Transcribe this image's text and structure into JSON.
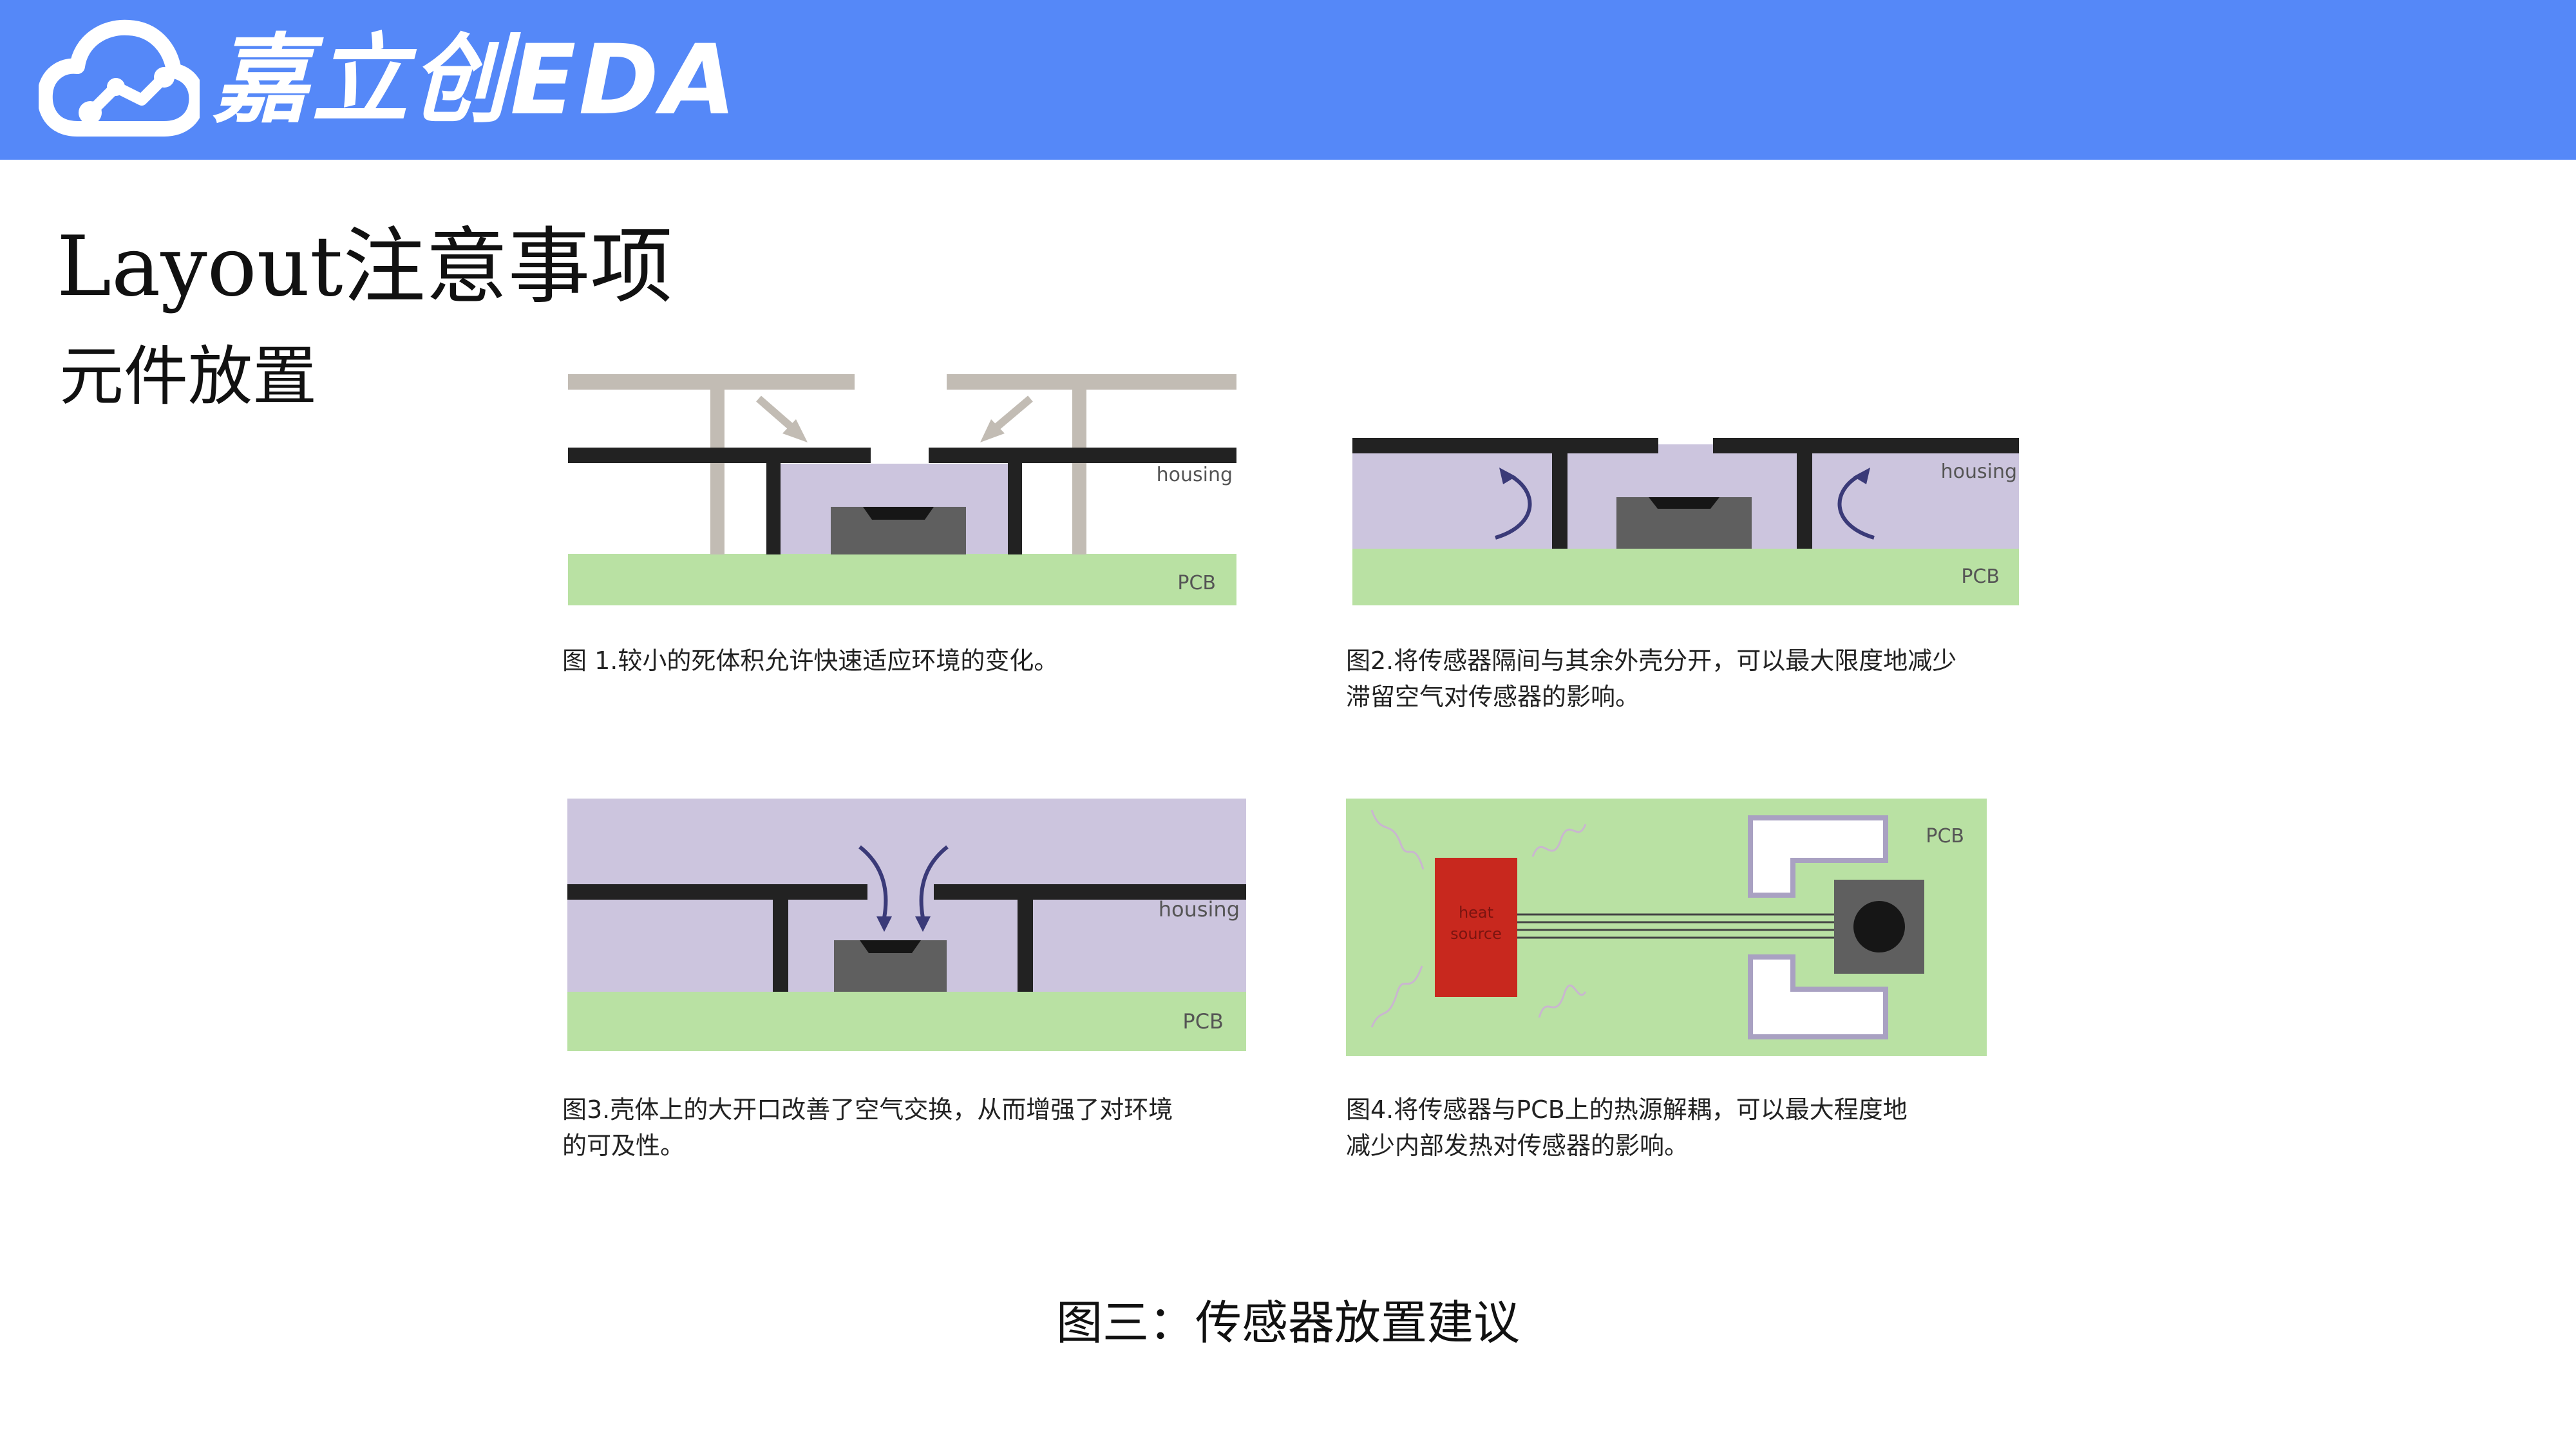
{
  "header": {
    "logo_text": "嘉立创EDA",
    "brand_color": "#5588f8",
    "logo_icon": "cloud-icon"
  },
  "page": {
    "title": "Layout注意事项",
    "section": "元件放置"
  },
  "figures": [
    {
      "housing_label": "housing",
      "pcb_label": "PCB",
      "caption_lines": [
        "图 1.较小的死体积允许快速适应环境的变化。"
      ]
    },
    {
      "housing_label": "housing",
      "pcb_label": "PCB",
      "caption_lines": [
        "图2.将传感器隔间与其余外壳分开，可以最大限度地减少",
        "滞留空气对传感器的影响。"
      ]
    },
    {
      "housing_label": "housing",
      "pcb_label": "PCB",
      "caption_lines": [
        "图3.壳体上的大开口改善了空气交换，从而增强了对环境",
        "的可及性。"
      ]
    },
    {
      "pcb_label": "PCB",
      "heat_source_line1": "heat",
      "heat_source_line2": "source",
      "caption_lines": [
        "图4.将传感器与PCB上的热源解耦，可以最大程度地",
        "减少内部发热对传感器的影响。"
      ]
    }
  ],
  "bottom_caption": "图三：传感器放置建议",
  "colors": {
    "pcb_green": "#b9e1a3",
    "housing_lavender": "#ccc5de",
    "wall_black": "#222222",
    "ghost_gray": "#c2bcb4",
    "sensor_gray": "#5f5f5f",
    "arrow_navy": "#3a3a78",
    "heat_red": "#c8281e"
  }
}
